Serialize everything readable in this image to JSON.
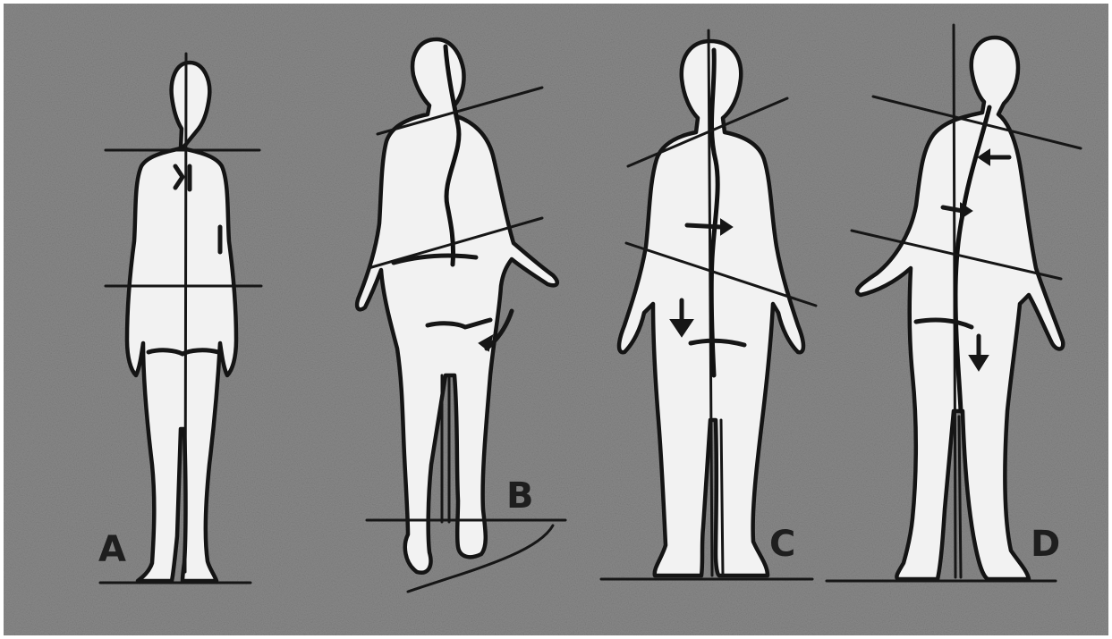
{
  "figure": {
    "background_color": "#8a8a8a",
    "body_fill_color": "#f2f2f2",
    "line_color": "#161616",
    "panels": [
      {
        "id": "A",
        "label": "A"
      },
      {
        "id": "B",
        "label": "B"
      },
      {
        "id": "C",
        "label": "C"
      },
      {
        "id": "D",
        "label": "D"
      }
    ]
  }
}
